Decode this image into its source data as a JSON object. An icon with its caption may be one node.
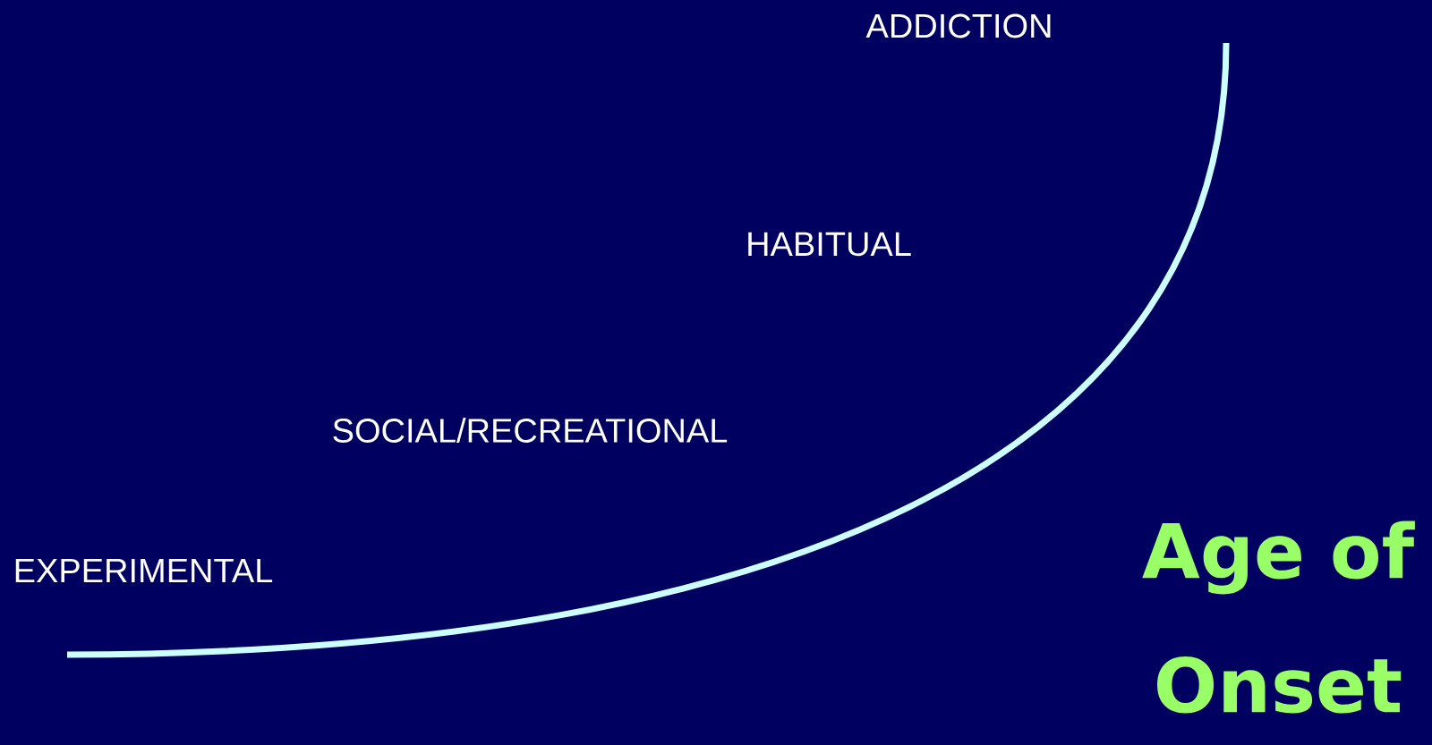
{
  "diagram": {
    "labels": [
      "ADDICTION",
      "HABITUAL",
      "SOCIAL/RECREATIONAL",
      "EXPERIMENTAL",
      "Age of Onset"
    ]
  }
}
